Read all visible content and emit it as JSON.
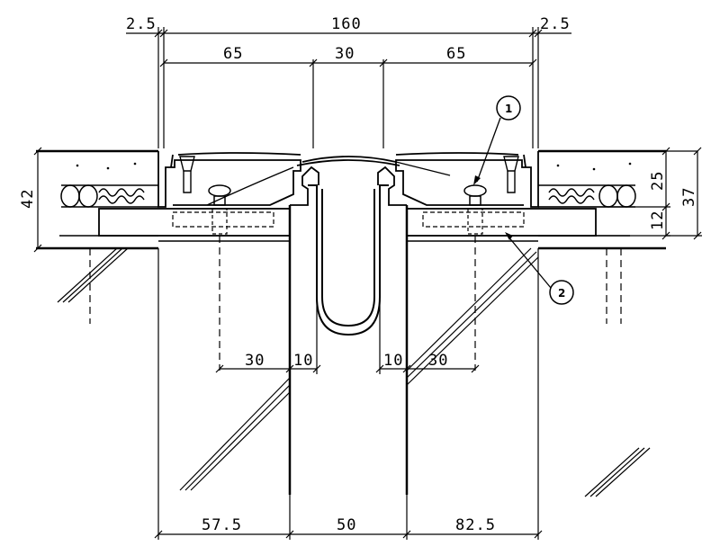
{
  "dimensions": {
    "top_left_offset": "2.5",
    "top_overall": "160",
    "top_right_offset": "2.5",
    "top_left_segment": "65",
    "top_middle_segment": "30",
    "top_right_segment": "65",
    "left_height": "42",
    "right_upper": "25",
    "right_lower": "12",
    "right_overall": "37",
    "mid_left_30": "30",
    "mid_left_10": "10",
    "mid_right_10": "10",
    "mid_right_30": "30",
    "bottom_left": "57.5",
    "bottom_middle": "50",
    "bottom_right": "82.5"
  },
  "callouts": {
    "one": "1",
    "two": "2"
  },
  "colors": {
    "line": "#000000",
    "background": "#ffffff"
  }
}
